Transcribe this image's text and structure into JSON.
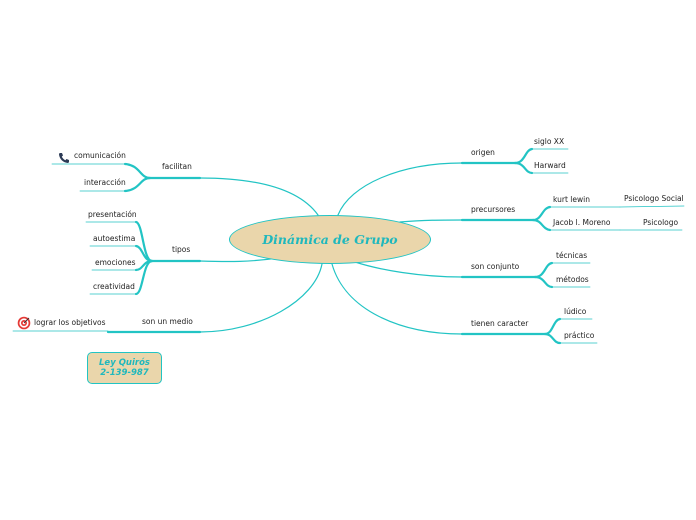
{
  "central_topic": "Dinámica de Grupo",
  "branches": {
    "facilitan": {
      "label": "facilitan",
      "children": [
        "comunicación",
        "interacción"
      ]
    },
    "tipos": {
      "label": "tipos",
      "children": [
        "presentación",
        "autoestima",
        "emociones",
        "creatividad"
      ]
    },
    "son_un_medio": {
      "label": "son un medio",
      "children": [
        "lograr los objetivos"
      ]
    },
    "origen": {
      "label": "origen",
      "children": [
        "siglo XX",
        "Harward"
      ]
    },
    "precursores": {
      "label": "precursores",
      "children": [
        {
          "name": "kurt lewin",
          "note": "Psicologo Social"
        },
        {
          "name": "Jacob l. Moreno",
          "note": "Psicologo"
        }
      ]
    },
    "son_conjunto": {
      "label": "son conjunto",
      "children": [
        "técnicas",
        "métodos"
      ]
    },
    "tienen_caracter": {
      "label": "tienen caracter",
      "children": [
        "lúdico",
        "práctico"
      ]
    }
  },
  "note_box": {
    "line1": "Ley Quirós",
    "line2": "2-139-987"
  },
  "icons": {
    "comunicacion": "telephone-icon",
    "objetivos": "target-icon"
  },
  "colors": {
    "line": "#22c4c4",
    "central_fill": "#ead6ab",
    "text_accent": "#1fb8bd"
  }
}
